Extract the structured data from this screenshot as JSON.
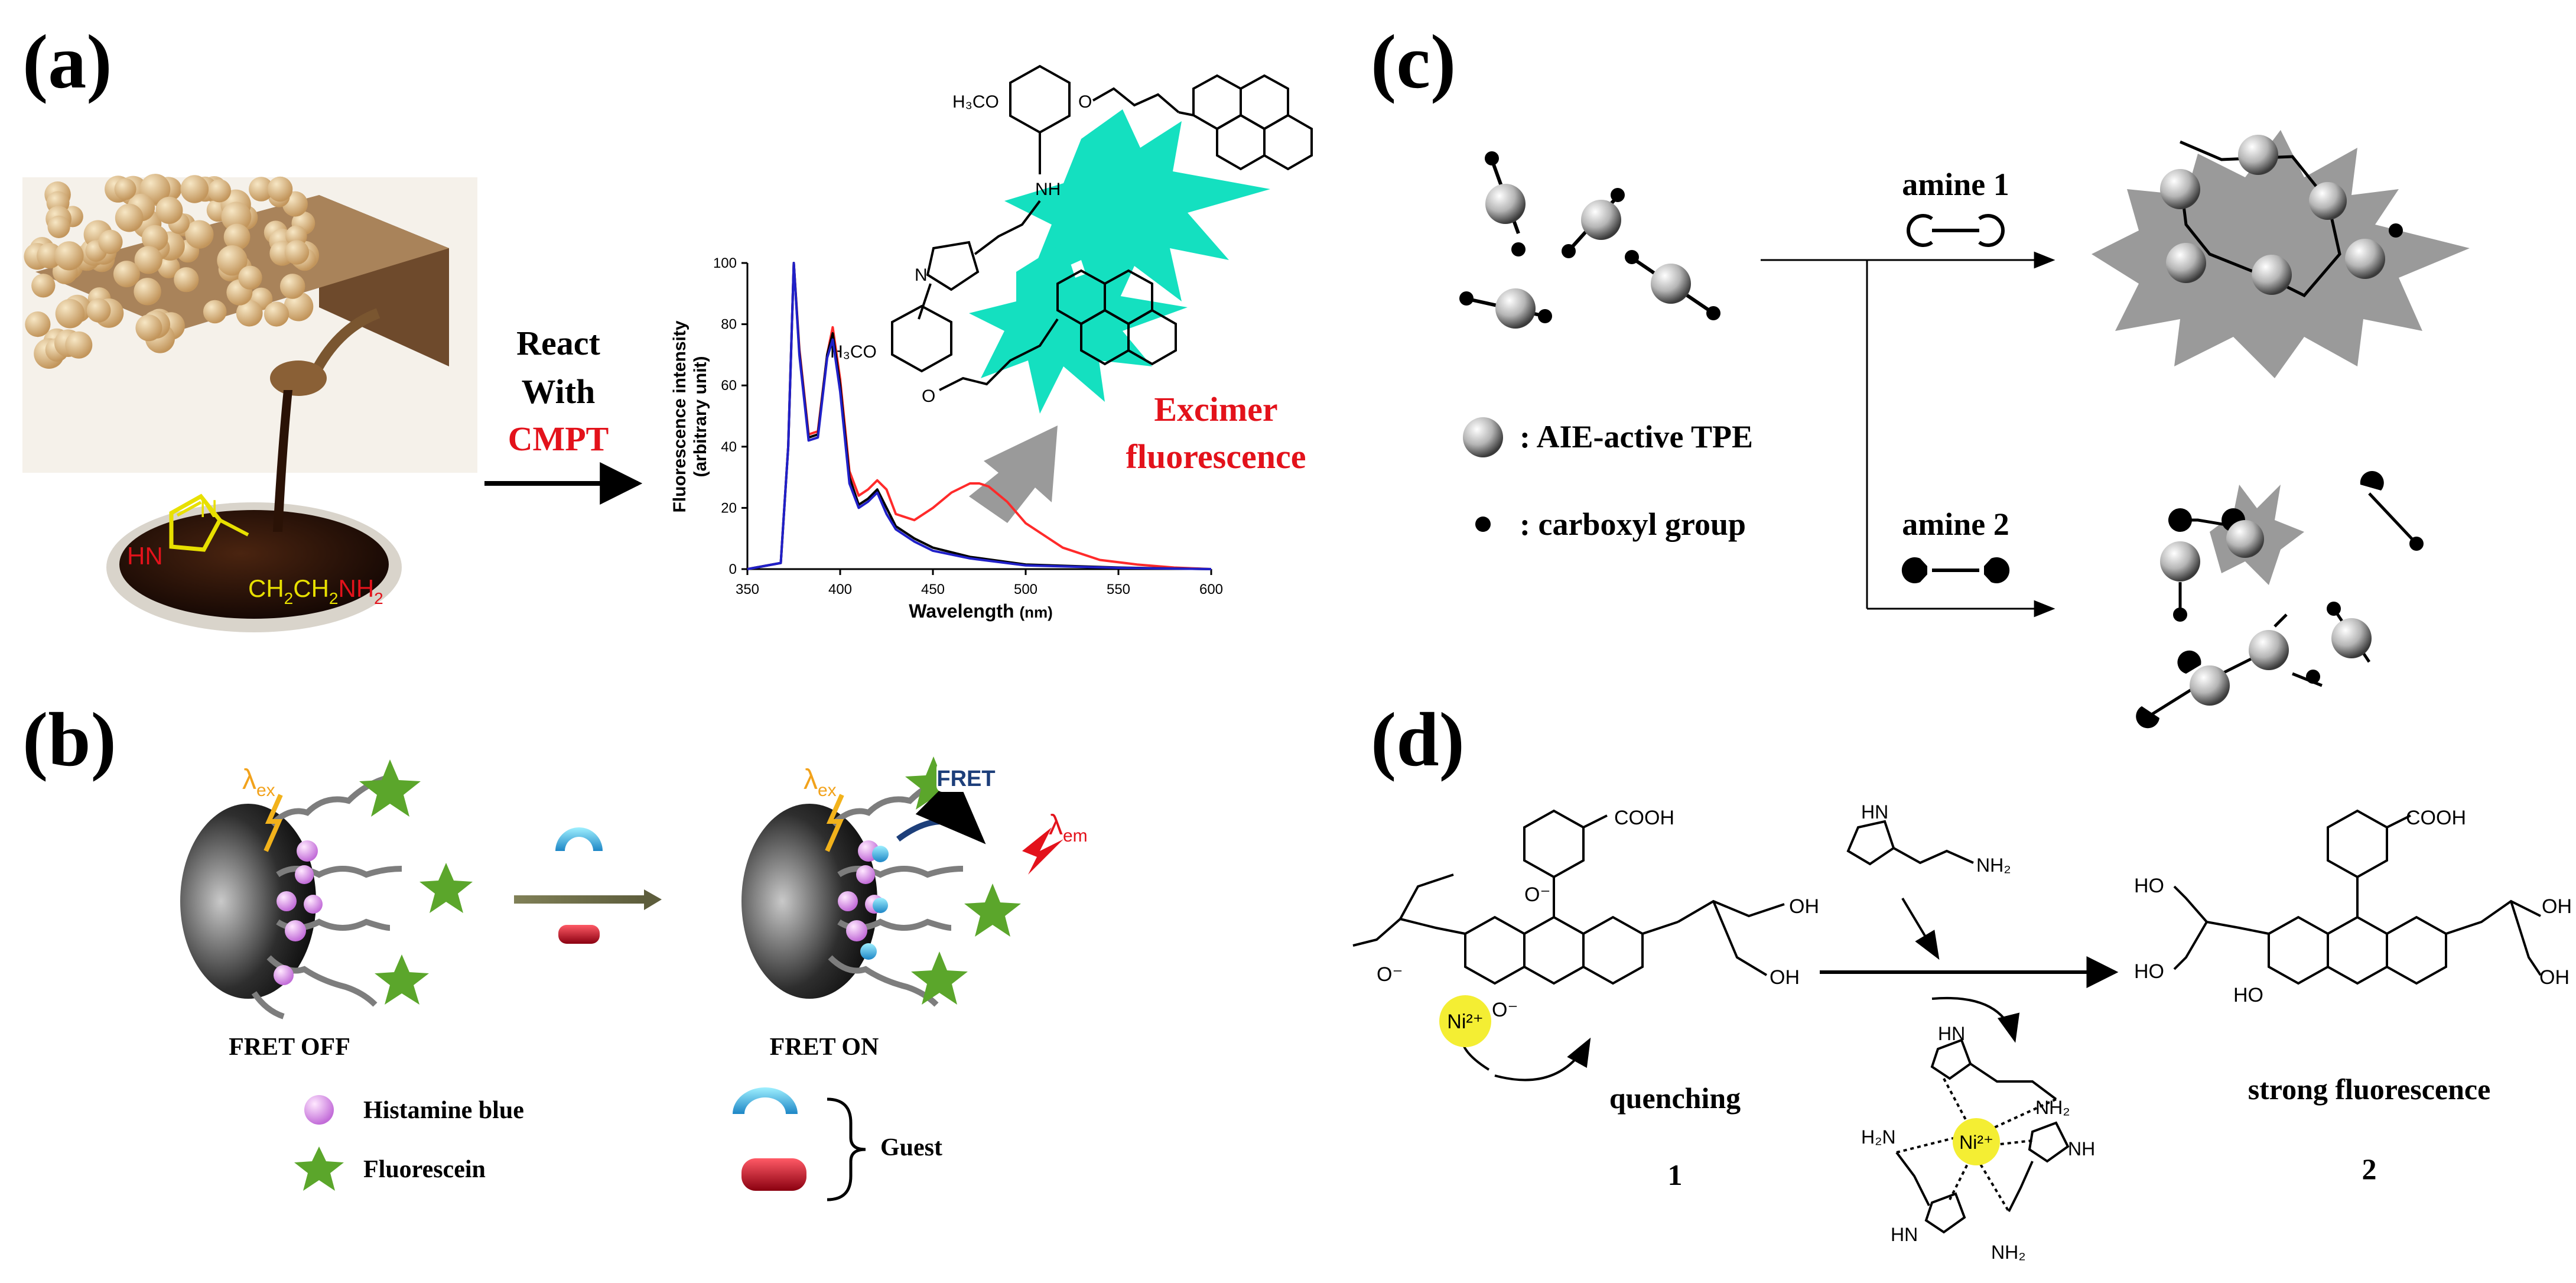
{
  "panels": {
    "a": {
      "label": "(a)",
      "imidazole_hn": "HN",
      "imidazole_n": "N",
      "side_chain_mid": "CH",
      "side_chain_sub": "2",
      "side_chain_nh": "NH",
      "react_line1": "React",
      "react_line2": "With",
      "reagent": "CMPT",
      "molecule_h3co_top": "H₃CO",
      "molecule_h3co_bottom": "H₃CO",
      "molecule_o": "O",
      "molecule_n": "N",
      "molecule_nh": "NH",
      "excimer_line1": "Excimer",
      "excimer_line2": "fluorescence",
      "chart_ylabel_line1": "Fluorescence intensity",
      "chart_ylabel_line2": "(arbitrary unit)",
      "chart_xlabel": "Wavelength",
      "chart_xlabel_unit": "(nm)"
    },
    "b": {
      "label": "(b)",
      "lambda_ex_left": "λ",
      "lambda_ex_left_sub": "ex",
      "lambda_ex_right": "λ",
      "lambda_ex_right_sub": "ex",
      "lambda_em": "λ",
      "lambda_em_sub": "em",
      "fret_badge": "FRET",
      "state_off": "FRET OFF",
      "state_on": "FRET ON",
      "legend_histamine_blue": "Histamine blue",
      "legend_fluorescein": "Fluorescein",
      "legend_guest": "Guest"
    },
    "c": {
      "label": "(c)",
      "amine1": "amine 1",
      "amine2": "amine 2",
      "legend_tpe": ": AIE-active TPE",
      "legend_carboxyl": ": carboxyl group"
    },
    "d": {
      "label": "(d)",
      "cooh": "COOH",
      "oh": "OH",
      "ho": "HO",
      "o_minus": "O⁻",
      "ni": "Ni²⁺",
      "nh2": "NH₂",
      "h2n": "H₂N",
      "nh": "NH",
      "hn": "HN",
      "quenching": "quenching",
      "compound1": "1",
      "compound2": "2",
      "strong_fluorescence": "strong fluorescence"
    }
  },
  "colors": {
    "accent_red": "#e3121b",
    "imidazole_yellow": "#e8e000",
    "excimer_cyan": "#14e0c0",
    "ni_highlight": "#f4ee33",
    "series_red": "#ff2a2a",
    "series_blue": "#2020c8",
    "series_black": "#000000"
  },
  "chart_data": {
    "type": "line",
    "title": "",
    "xlabel": "Wavelength (nm)",
    "ylabel": "Fluorescence intensity (arbitrary unit)",
    "xlim": [
      350,
      600
    ],
    "ylim": [
      0,
      100
    ],
    "xticks": [
      350,
      400,
      450,
      500,
      550,
      600
    ],
    "yticks": [
      0,
      20,
      40,
      60,
      80,
      100
    ],
    "legend": "none",
    "grid": false,
    "series": [
      {
        "color": "#ff2a2a",
        "x": [
          350,
          368,
          372,
          375,
          378,
          383,
          388,
          393,
          396,
          400,
          405,
          410,
          415,
          420,
          425,
          430,
          440,
          450,
          460,
          470,
          475,
          480,
          490,
          500,
          520,
          540,
          560,
          580,
          600
        ],
        "y": [
          0,
          2,
          40,
          100,
          72,
          44,
          45,
          70,
          79,
          62,
          32,
          24,
          26,
          29,
          26,
          18,
          16,
          20,
          25,
          28,
          28,
          27,
          22,
          15,
          7,
          3,
          1.5,
          0.5,
          0
        ]
      },
      {
        "color": "#000000",
        "x": [
          350,
          368,
          372,
          375,
          378,
          383,
          388,
          393,
          396,
          400,
          405,
          410,
          415,
          420,
          425,
          430,
          440,
          450,
          470,
          500,
          550,
          600
        ],
        "y": [
          0,
          2,
          40,
          100,
          71,
          43,
          44,
          70,
          77,
          60,
          30,
          21,
          23,
          26,
          20,
          14,
          10,
          7,
          4,
          1.5,
          0.5,
          0
        ]
      },
      {
        "color": "#2020c8",
        "x": [
          350,
          368,
          372,
          375,
          378,
          383,
          388,
          393,
          396,
          400,
          405,
          410,
          415,
          420,
          425,
          430,
          440,
          450,
          470,
          500,
          550,
          600
        ],
        "y": [
          0,
          2,
          40,
          100,
          70,
          42,
          43,
          69,
          75,
          58,
          28,
          20,
          22,
          25,
          18,
          13,
          9,
          6,
          3.5,
          1.2,
          0.4,
          0
        ]
      }
    ]
  }
}
